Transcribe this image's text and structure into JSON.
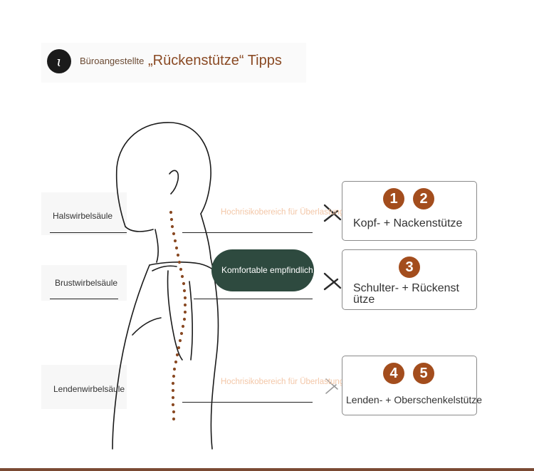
{
  "header": {
    "logo_glyph": "ɩ",
    "subtitle": "Büroangestellte",
    "title": "„Rückenstütze“ Tipps"
  },
  "spine_labels": {
    "neck": "Halswirbelsäule",
    "chest": "Brustwirbelsäule",
    "lumbar": "Lendenwirbelsäule"
  },
  "overlays": {
    "risk_top": "Hochrisikobereich für Überlastung",
    "risk_bottom": "Hochrisikobereich für Überlastung",
    "comfort_pill": "Komfortable empfindlich"
  },
  "boxes": [
    {
      "badges": [
        "1",
        "2"
      ],
      "label": "Kopf- + Nackenstütze"
    },
    {
      "badges": [
        "3"
      ],
      "label_line1": "Schulter- + Rückenst",
      "label_line2": "ütze"
    },
    {
      "badges": [
        "4",
        "5"
      ],
      "label": "Lenden- + Oberschenkelstütze"
    }
  ],
  "colors": {
    "accent": "#a34d1d",
    "title": "#8a4a24",
    "pill": "#2e4a3f",
    "faint_text": "#f3c7a8"
  }
}
